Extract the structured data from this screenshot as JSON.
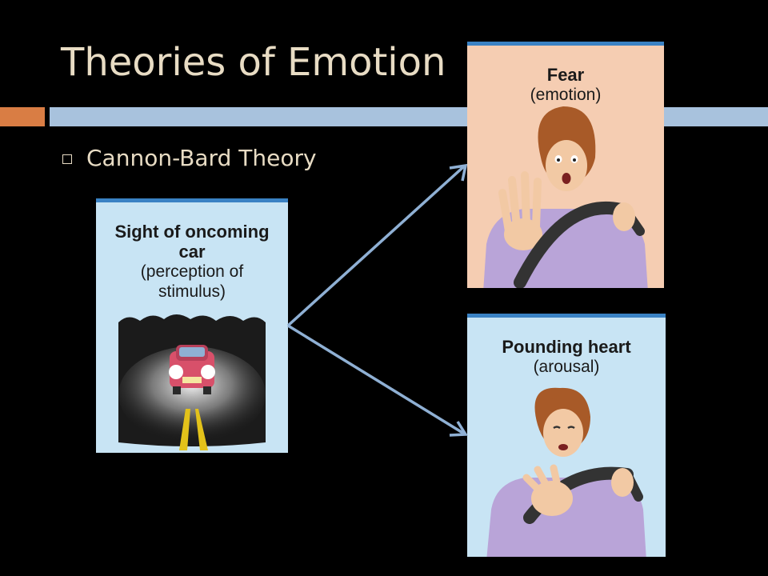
{
  "slide": {
    "title": "Theories of Emotion",
    "bullet": "Cannon-Bard Theory"
  },
  "cards": {
    "stimulus": {
      "title_lines": [
        "Sight of oncoming",
        "car"
      ],
      "subtitle_lines": [
        "(perception of",
        "stimulus)"
      ]
    },
    "fear": {
      "title": "Fear",
      "subtitle": "(emotion)"
    },
    "heart": {
      "title": "Pounding heart",
      "subtitle": "(arousal)"
    }
  },
  "colors": {
    "background": "#000000",
    "title_text": "#e8dcc4",
    "accent_orange": "#d97d44",
    "accent_blue": "#a8c2dd",
    "card_border": "#3a82c4",
    "card_blue": "#c8e4f4",
    "card_peach": "#f5cdb2",
    "arrow": "#8fb0d4"
  },
  "icons": {
    "bullet": "hollow-square-bullet",
    "arrows": "arrow-right"
  }
}
